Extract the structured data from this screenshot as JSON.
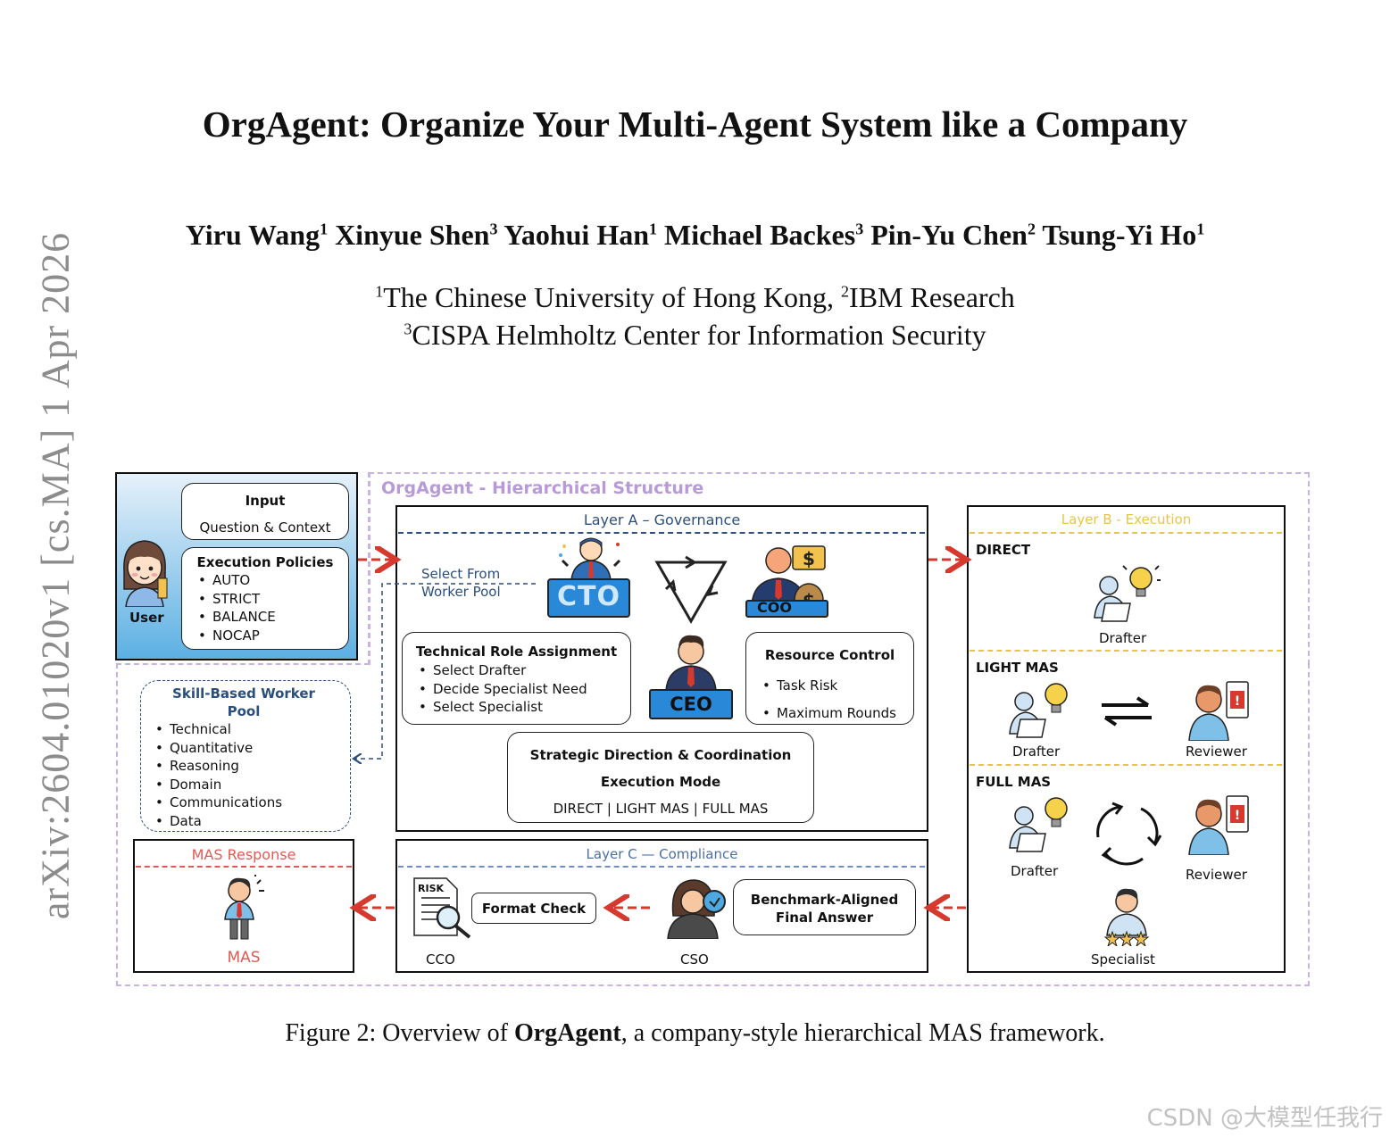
{
  "arxiv_stamp": "arXiv:2604.01020v1  [cs.MA]  1 Apr 2026",
  "title": "OrgAgent: Organize Your Multi-Agent System like a Company",
  "authors": [
    {
      "name": "Yiru Wang",
      "aff": "1"
    },
    {
      "name": "Xinyue Shen",
      "aff": "3"
    },
    {
      "name": "Yaohui Han",
      "aff": "1"
    },
    {
      "name": "Michael Backes",
      "aff": "3"
    },
    {
      "name": "Pin-Yu Chen",
      "aff": "2"
    },
    {
      "name": "Tsung-Yi Ho",
      "aff": "1"
    }
  ],
  "affiliations": {
    "a1_num": "1",
    "a1": "The Chinese University of Hong Kong, ",
    "a2_num": "2",
    "a2": "IBM Research",
    "a3_num": "3",
    "a3": "CISPA Helmholtz Center for Information Security"
  },
  "figure": {
    "outer_title": "OrgAgent -  Hierarchical Structure",
    "user": {
      "label": "User",
      "input_title": "Input",
      "input_text": "Question & Context",
      "policies_title": "Execution Policies",
      "policies": [
        "AUTO",
        "STRICT",
        "BALANCE",
        "NOCAP"
      ]
    },
    "worker_pool": {
      "title": "Skill-Based Worker Pool",
      "items": [
        "Technical",
        "Quantitative",
        "Reasoning",
        "Domain",
        "Communications",
        "Data"
      ],
      "select_label_1": "Select From",
      "select_label_2": "Worker Pool"
    },
    "layer_a": {
      "title": "Layer A – Governance",
      "cto": "CTO",
      "coo": "COO",
      "ceo": "CEO",
      "tech_title": "Technical Role Assignment",
      "tech_items": [
        "Select Drafter",
        "Decide Specialist Need",
        "Select Specialist"
      ],
      "resource_title": "Resource Control",
      "resource_items": [
        "Task Risk",
        "Maximum Rounds"
      ],
      "strategic_title": "Strategic Direction & Coordination",
      "exec_mode": "Execution Mode",
      "modes": "DIRECT | LIGHT MAS | FULL MAS"
    },
    "layer_b": {
      "title": "Layer B - Execution",
      "direct": "DIRECT",
      "light": "LIGHT MAS",
      "full": "FULL MAS",
      "drafter": "Drafter",
      "reviewer": "Reviewer",
      "specialist": "Specialist"
    },
    "layer_c": {
      "title": "Layer C — Compliance",
      "risk": "RISK",
      "format_check": "Format Check",
      "benchmark_1": "Benchmark-Aligned",
      "benchmark_2": "Final Answer",
      "cco": "CCO",
      "cso": "CSO"
    },
    "response": {
      "title": "MAS Response",
      "label": "MAS"
    }
  },
  "caption": {
    "prefix": "Figure 2: Overview of ",
    "bold": "OrgAgent",
    "suffix": ", a company-style hierarchical MAS framework."
  },
  "watermark": "CSDN @大模型任我行",
  "colors": {
    "red_arrow": "#d63a2f",
    "purple": "#b89ad9",
    "blue_title": "#2b4f7c",
    "yellow_title": "#e8c54a",
    "response_red": "#e05a55",
    "user_bg_top": "#dcecf8",
    "user_bg_bottom": "#4fa8e0"
  }
}
